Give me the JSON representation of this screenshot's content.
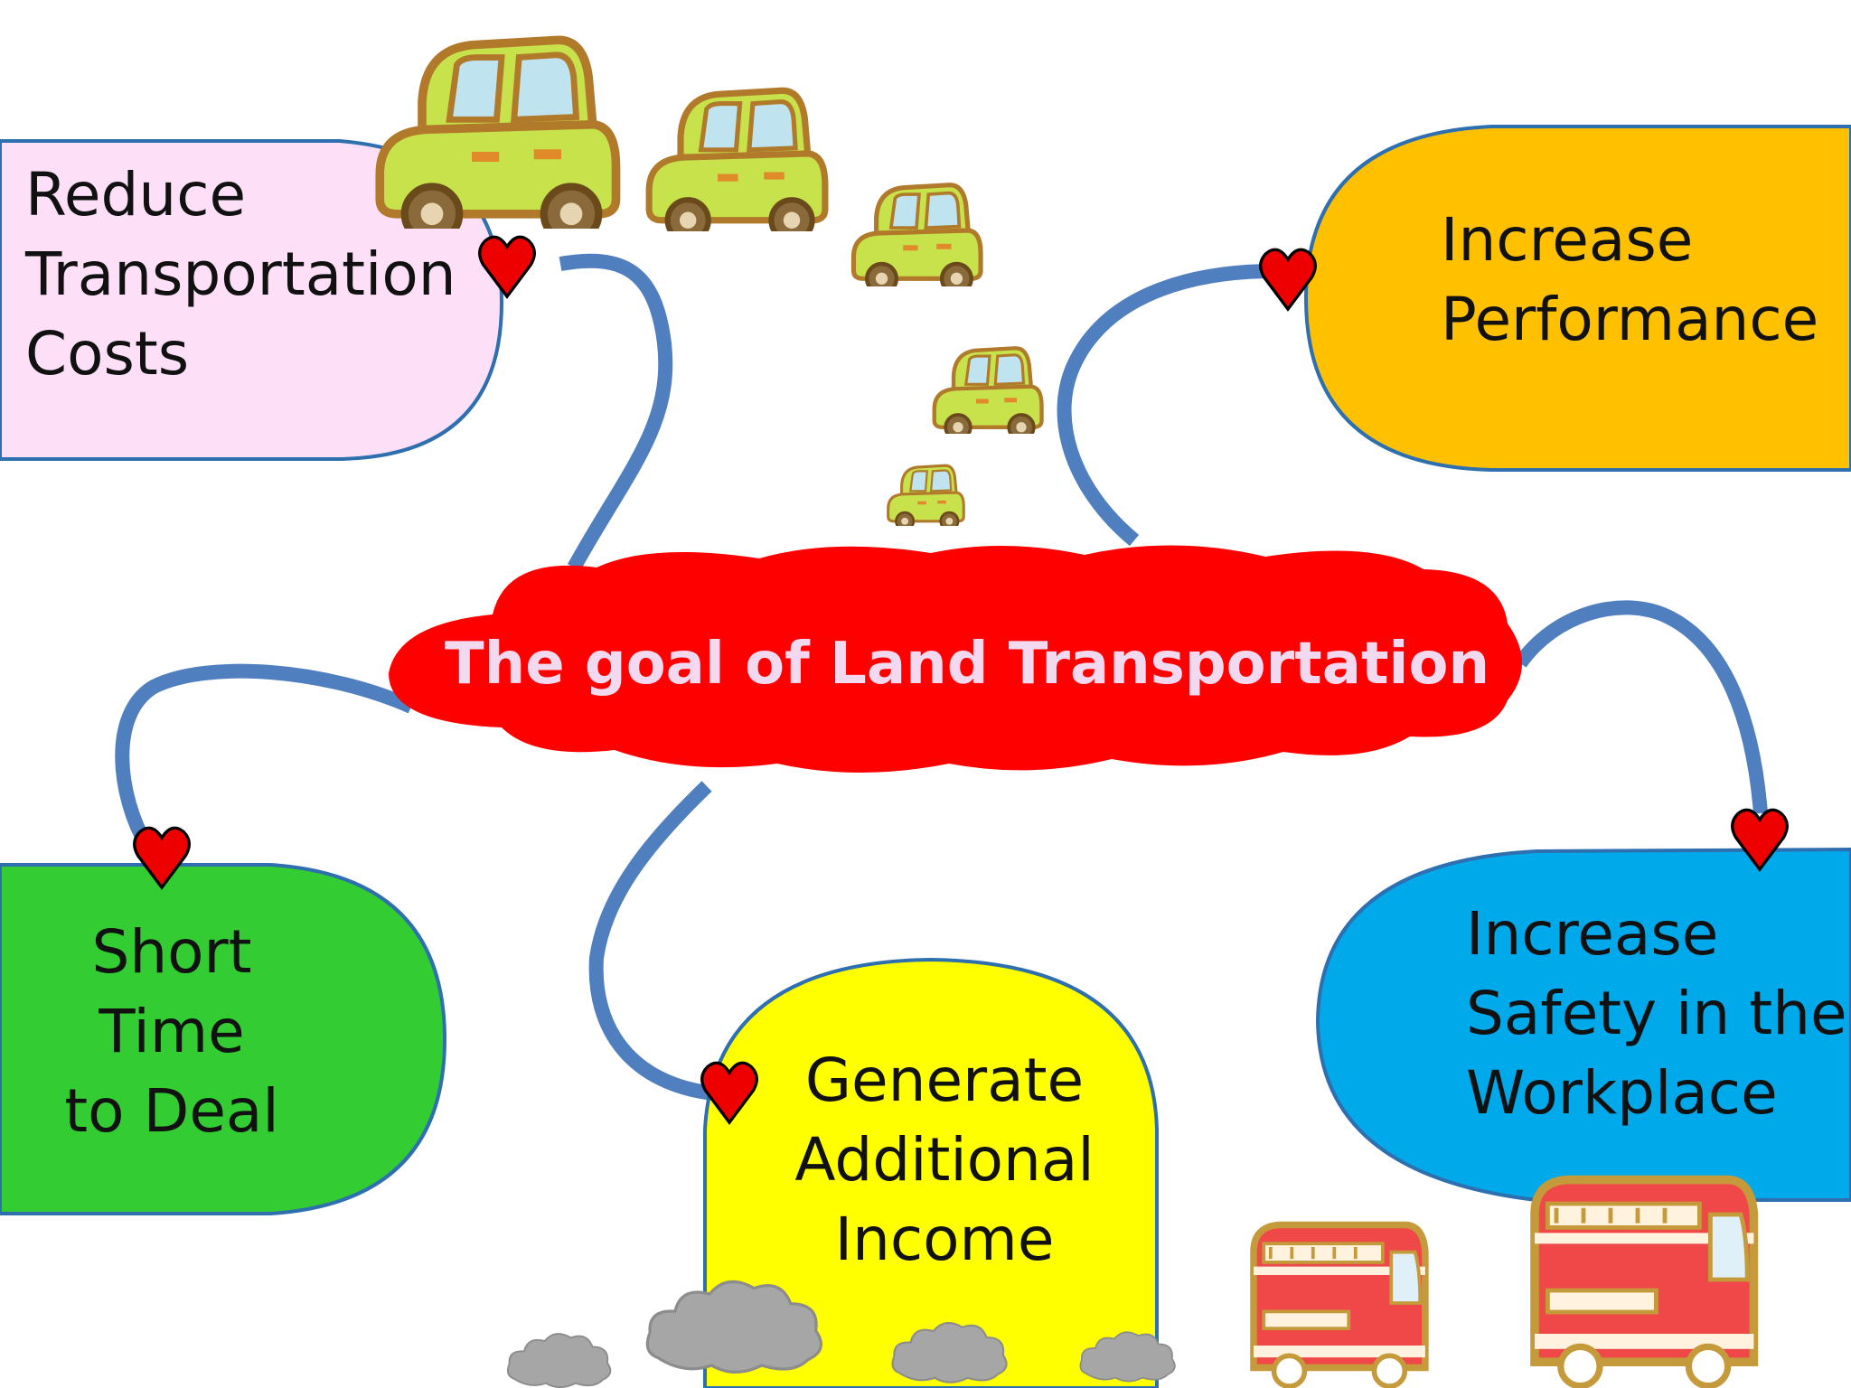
{
  "diagram": {
    "center_node": {
      "label": "The goal of Land Transportation",
      "color": "#ff0000",
      "text_color": "#f3d9f0"
    },
    "branches": [
      {
        "id": "reduce",
        "label": "Reduce\nTransportation\nCosts",
        "color": "#fde0f7"
      },
      {
        "id": "performance",
        "label": "Increase\nPerformance",
        "color": "#ffc000"
      },
      {
        "id": "short",
        "label": "Short\nTime\nto Deal",
        "color": "#33cc33"
      },
      {
        "id": "income",
        "label": "Generate\nAdditional\nIncome",
        "color": "#ffff00"
      },
      {
        "id": "safety",
        "label": "Increase\nSafety in the\nWorkplace",
        "color": "#00a9ea"
      }
    ],
    "connector_color": "#4f7fbe",
    "marker_icon": "heart-icon",
    "marker_color": "#ee0000",
    "decorations": [
      "car-icon",
      "car-icon",
      "car-icon",
      "car-icon",
      "car-icon",
      "bus-icon",
      "bus-icon",
      "smoke-cloud-icon"
    ]
  }
}
